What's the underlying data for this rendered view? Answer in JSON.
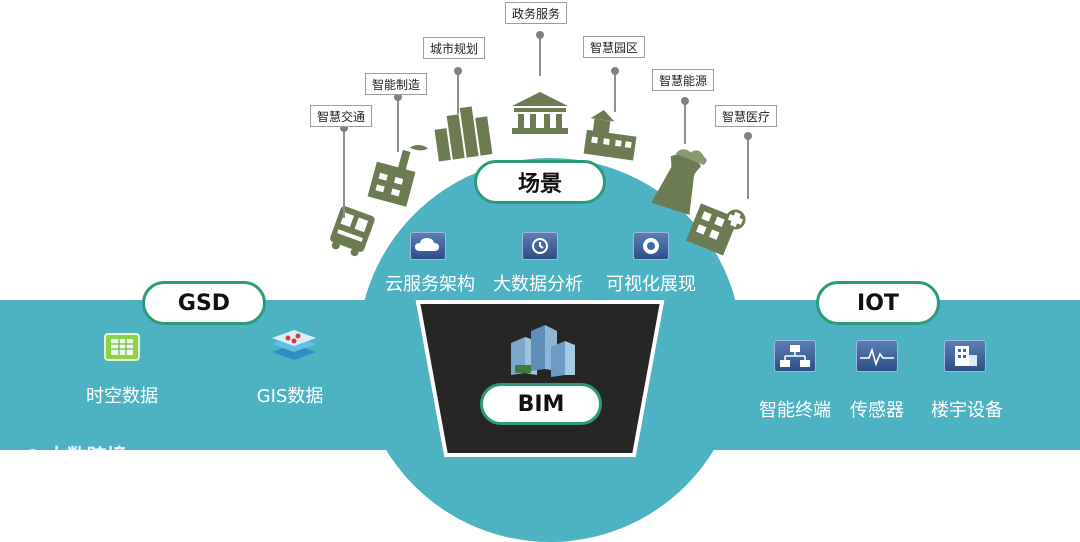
{
  "colors": {
    "band": "#4db3c3",
    "pill_border": "#2a9c78",
    "trapezoid": "#262626",
    "city_icons": "#6c7b52",
    "stem": "#8c8f8c"
  },
  "scene_tags": [
    "智慧交通",
    "智能制造",
    "城市规划",
    "政务服务",
    "智慧园区",
    "智慧能源",
    "智慧医疗"
  ],
  "pills": {
    "scene": "场景",
    "gsd": "GSD",
    "iot": "IOT",
    "bim": "BIM"
  },
  "scene_features": [
    "云服务架构",
    "大数据分析",
    "可视化展现"
  ],
  "gsd_items": [
    "时空数据",
    "GIS数据"
  ],
  "iot_items": [
    "智能终端",
    "传感器",
    "楼宇设备"
  ],
  "watermark": "大数跨境",
  "icons": {
    "scene_tags": [
      "bus-icon",
      "factory-icon",
      "city-buildings-icon",
      "government-building-icon",
      "campus-building-icon",
      "power-plant-icon",
      "hospital-icon"
    ],
    "scene_features": [
      "cloud-icon",
      "analytics-icon",
      "visualization-icon"
    ],
    "gsd_items": [
      "spreadsheet-icon",
      "map-layers-icon"
    ],
    "bim": "building-model-icon",
    "iot_items": [
      "network-terminal-icon",
      "sensor-waveform-icon",
      "building-device-icon"
    ]
  }
}
